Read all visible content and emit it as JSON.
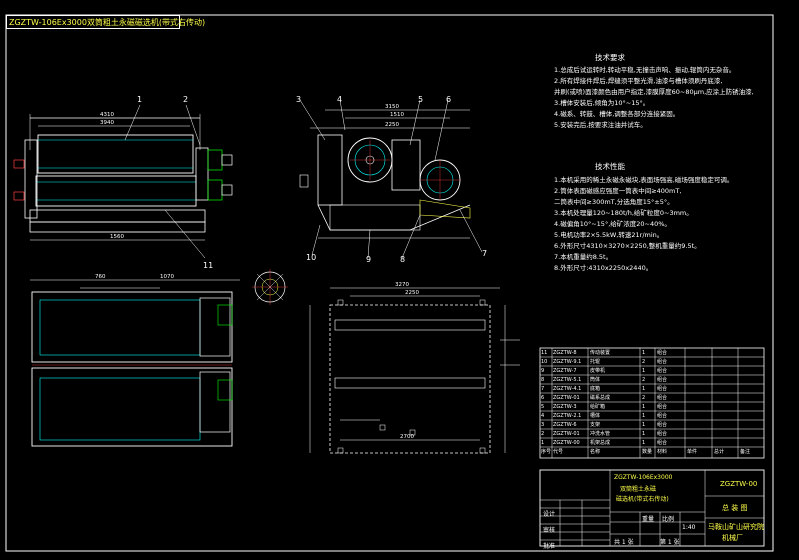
{
  "drawing_title": "ZGZTW-106Ex3000双筒粗土永磁磁选机(带式右传动)",
  "drawing_number": "ZGZTW-00",
  "sheet_name": "总 装 图",
  "org_name": "马鞍山矿山研究院",
  "org_sub": "机械厂",
  "tech_req_title": "技术要求",
  "tech_req": [
    "1.总成后试运转时,转动平稳,无撞击声响、振动,辊筒内无杂音。",
    "2.所有焊接件焊后,焊缝须平整光滑,油漆与槽体须刷丹底漆,",
    "  并刷(或喷)面漆颜色由用户指定,漆膜厚度60~80μm,应涂上防锈油漆,",
    "3.槽体安装后,倾角为10°~15°。",
    "4.磁系、转鼓、槽体,调整各部分连接紧固。",
    "5.安装完后,按要求注油并试车。"
  ],
  "tech_perf_title": "技术性能",
  "tech_perf": [
    "1.本机采用的稀土永磁永磁块,表面场强高,磁场强度稳定可调。",
    "2.筒体表面磁感应强度一筒表中间≥400mT,",
    "  二筒表中间≥300mT,分选角度15°±5°。",
    "3.本机处理量120~180t/h,给矿粒度0~3mm。",
    "4.磁偏角10°~15°,给矿浓度20~40%。",
    "5.电机功率2×5.5kW,转速21r/min。",
    "6.外形尺寸4310×3270×2250,整机重量约9.5t。",
    "7.本机重量约8.5t。",
    "8.外形尺寸:4310x2250x2440。"
  ],
  "bom_header": [
    "序号",
    "代号",
    "名称",
    "数量",
    "材料",
    "单件",
    "总计",
    "备注"
  ],
  "bom_rows": [
    [
      "11",
      "ZGZTW-8",
      "传动装置",
      "1",
      "组合",
      "",
      "",
      ""
    ],
    [
      "10",
      "ZGZTW-9.1",
      "托辊",
      "2",
      "组合",
      "",
      "",
      ""
    ],
    [
      "9",
      "ZGZTW-7",
      "皮带机",
      "1",
      "组合",
      "",
      "",
      ""
    ],
    [
      "8",
      "ZGZTW-5.1",
      "筒体",
      "2",
      "组合",
      "",
      "",
      ""
    ],
    [
      "7",
      "ZGZTW-4.1",
      "底箱",
      "1",
      "组合",
      "",
      "",
      ""
    ],
    [
      "6",
      "ZGZTW-01",
      "磁系总成",
      "2",
      "组合",
      "",
      "",
      ""
    ],
    [
      "5",
      "ZGZTW-3",
      "给矿箱",
      "1",
      "组合",
      "",
      "",
      ""
    ],
    [
      "4",
      "ZGZTW-2.1",
      "槽体",
      "1",
      "组合",
      "",
      "",
      ""
    ],
    [
      "3",
      "ZGZTW-6",
      "支架",
      "1",
      "组合",
      "",
      "",
      ""
    ],
    [
      "2",
      "ZGZTW-01",
      "冲洗水管",
      "1",
      "组合",
      "",
      "",
      ""
    ],
    [
      "1",
      "ZGZTW-00",
      "机架总成",
      "1",
      "组合",
      "",
      "",
      ""
    ]
  ],
  "title_block": {
    "name_line1": "ZGZTW-106Ex3000",
    "name_line2": "双筒粗土永磁",
    "name_line3": "磁选机(带式右传动)",
    "scale_label": "比例",
    "scale": "1:40",
    "weight_label": "重量",
    "sheet_label": "共 1 张",
    "sheet_no": "第 1 张",
    "designer_label": "设计",
    "checker_label": "审核",
    "approve_label": "批准"
  },
  "dimensions": {
    "front_width": "4310",
    "front_inner": "3940",
    "front_base": "1560",
    "side_width": "3150",
    "side_sub": "1510",
    "side_top": "2250",
    "plan_length": "3270",
    "plan_sub": "2250",
    "plan_dim": "2700",
    "plan_a": "760",
    "plan_b": "1070"
  },
  "callouts": [
    "1",
    "2",
    "3",
    "4",
    "5",
    "6",
    "7",
    "8",
    "9",
    "10",
    "11"
  ],
  "colors": {
    "background": "#000000",
    "line_white": "#ffffff",
    "line_cyan": "#00ffff",
    "line_yellow": "#ffff4a",
    "line_red": "#ff4040",
    "line_green": "#00ff00",
    "line_magenta": "#ff40ff"
  }
}
